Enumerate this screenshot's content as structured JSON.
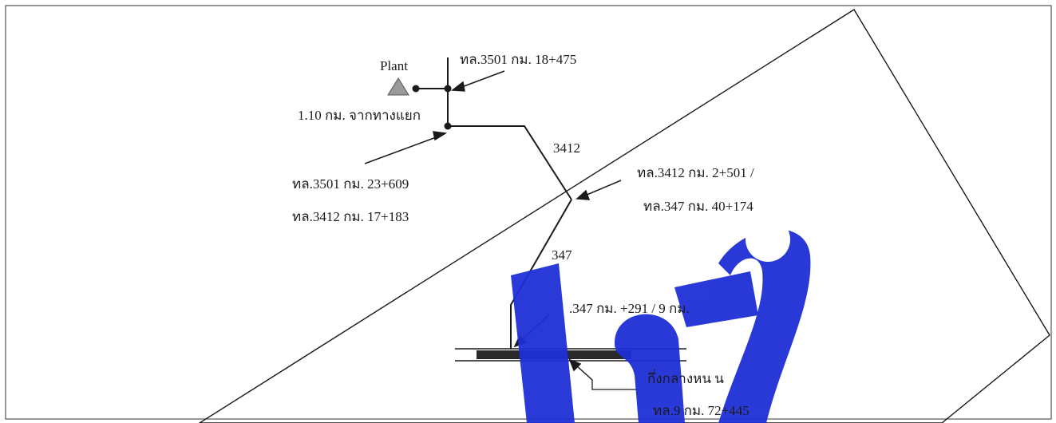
{
  "plant_label": "Plant",
  "junction_top_label": "ทล.3501  กม. 18+475",
  "spur_distance_label": "1.10 กม. จากทางแยก",
  "road_3412_label": "3412",
  "junction_mid_label_1": "ทล.3501  กม. 23+609",
  "junction_mid_label_2": "ทล.3412 กม. 17+183",
  "junction_right_label_1": "ทล.3412  กม. 2+501 /",
  "junction_right_label_2": "ทล.347 กม. 40+174",
  "road_347_label": "347",
  "junction_bottom_label": ".347 กม.   +291 /   9 กม.",
  "median_label": "กึ่งกลางหน   น",
  "highway9_label": "ทล.9  กม. 72+445",
  "colors": {
    "line": "#1a1a1a",
    "plant_triangle": "#9a9a9a",
    "median_bar": "#2a2a2a",
    "watermark": "#1e2fd6"
  }
}
